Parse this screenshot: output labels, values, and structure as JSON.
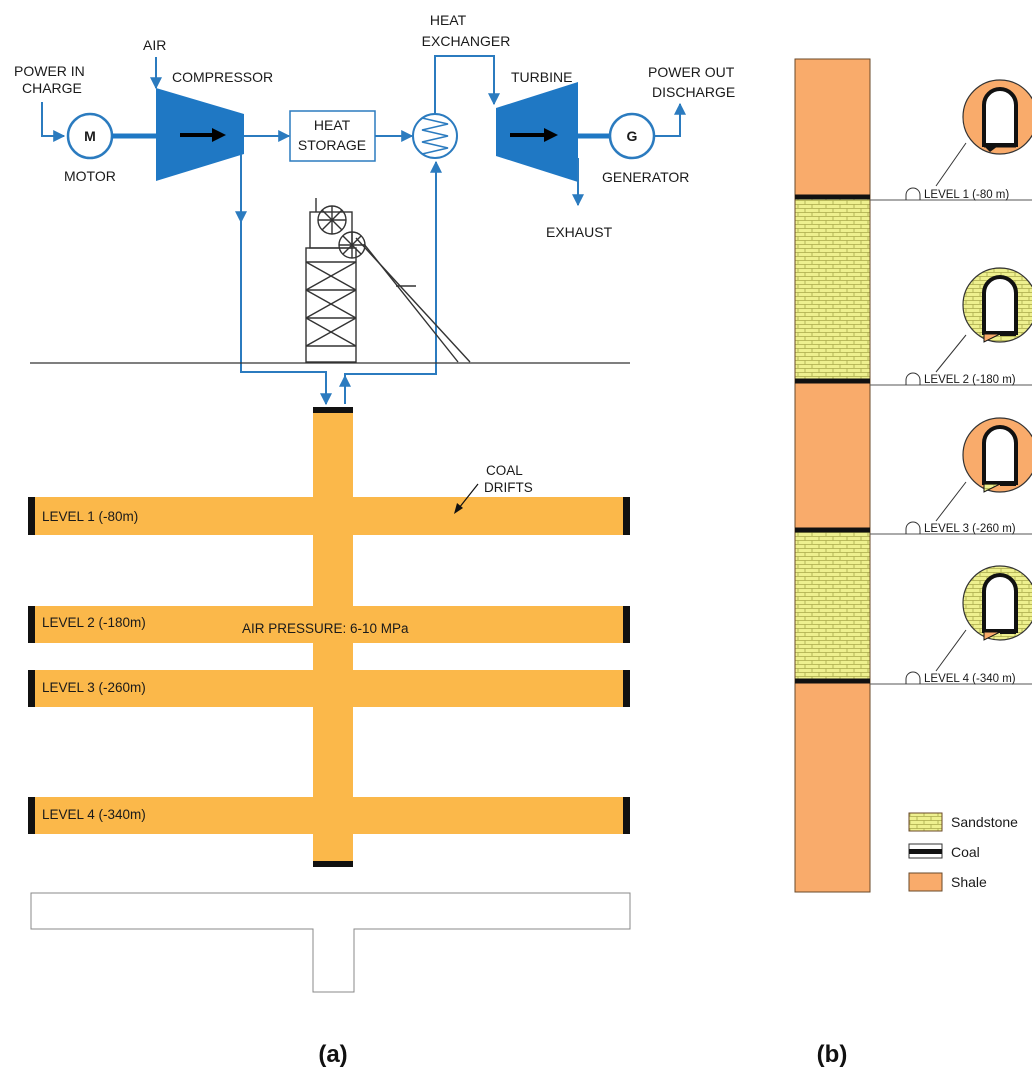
{
  "diagram_a": {
    "caption": "(a)",
    "power_in": [
      "POWER IN",
      "CHARGE"
    ],
    "motor_symbol": "M",
    "motor_label": "MOTOR",
    "air_label": "AIR",
    "compressor_label": "COMPRESSOR",
    "heat_storage": [
      "HEAT",
      "STORAGE"
    ],
    "heat_exchanger": [
      "HEAT",
      "EXCHANGER"
    ],
    "turbine_label": "TURBINE",
    "generator_symbol": "G",
    "generator_label": "GENERATOR",
    "power_out": [
      "POWER OUT",
      "DISCHARGE"
    ],
    "exhaust_label": "EXHAUST",
    "coal_drifts": [
      "COAL",
      "DRIFTS"
    ],
    "air_pressure": "AIR PRESSURE: 6-10 MPa",
    "levels": [
      "LEVEL 1 (-80m)",
      "LEVEL 2 (-180m)",
      "LEVEL 3 (-260m)",
      "LEVEL 4 (-340m)"
    ]
  },
  "diagram_b": {
    "caption": "(b)",
    "levels": [
      "LEVEL 1 (-80 m)",
      "LEVEL 2 (-180 m)",
      "LEVEL 3 (-260 m)",
      "LEVEL 4 (-340 m)"
    ],
    "legend": [
      "Sandstone",
      "Coal",
      "Shale"
    ]
  },
  "colors": {
    "drift": "#fbb84a",
    "shale": "#f9ab6b",
    "sandstone": "#eef08f",
    "pipe": "#2b7bbf",
    "machine": "#1f78c4",
    "coal": "#111111"
  }
}
